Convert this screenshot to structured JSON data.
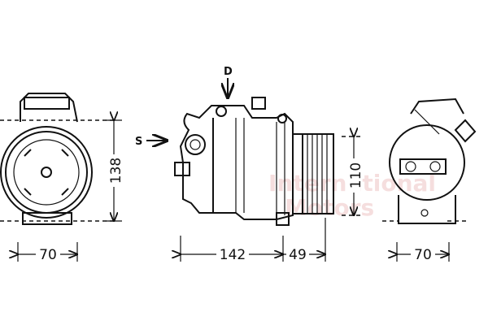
{
  "drawing": {
    "callouts": {
      "discharge": "D",
      "suction": "S"
    },
    "dimensions": {
      "left_height": "138",
      "left_width": "70",
      "body_length": "142",
      "pulley_length": "49",
      "pulley_height": "110",
      "right_width": "70"
    },
    "watermark": {
      "line1": "International",
      "line2": "Motors",
      "color": "#e9b7b7"
    }
  }
}
